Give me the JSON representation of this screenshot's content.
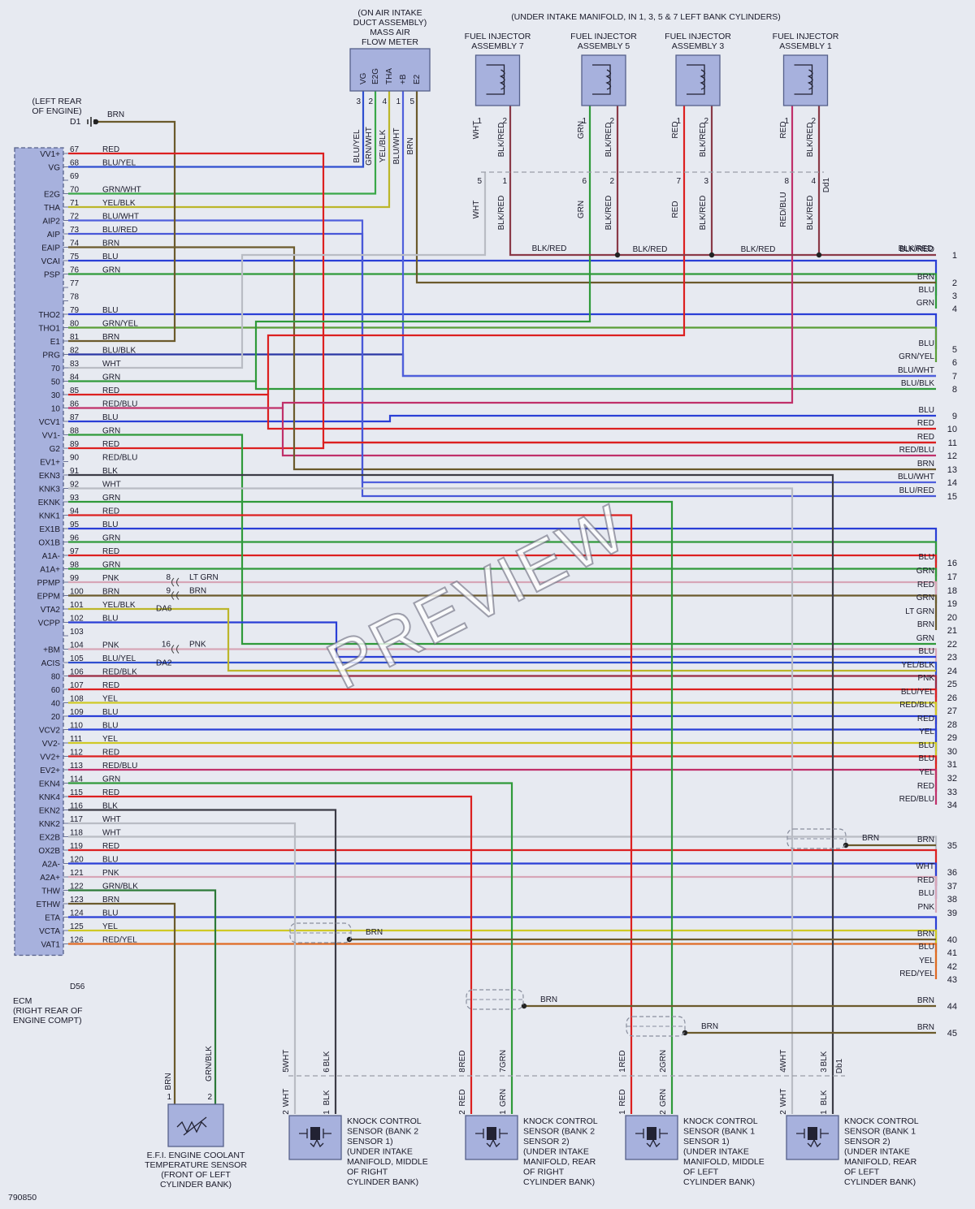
{
  "colors": {
    "RED": "#dc2020",
    "BLU": "#2a3fd6",
    "GRN": "#2f9a3a",
    "BRN": "#6b5a2c",
    "WHT": "#b9bcc4",
    "BLK": "#3c3c46",
    "YEL": "#cfc926",
    "PNK": "#d7a6b7",
    "LT GRN": "#56d650",
    "BLU/YEL": "#2f4fd0",
    "GRN/WHT": "#3aa848",
    "YEL/BLK": "#bcb62a",
    "BLU/WHT": "#4f5fdc",
    "BLU/RED": "#4857d8",
    "GRN/YEL": "#5a9d36",
    "BLU/BLK": "#2a36a4",
    "RED/BLU": "#c0306a",
    "RED/BLK": "#9a2a42",
    "GRN/BLK": "#2c7a38",
    "RED/YEL": "#e06a24",
    "BLK/RED": "#8a3a48",
    "YEL/BLK2": "#bcb62a"
  },
  "labels": {
    "maf": [
      "(ON AIR INTAKE",
      "DUCT ASSEMBLY)",
      "MASS AIR",
      "FLOW METER"
    ],
    "maf_pins": [
      "VG",
      "E2G",
      "THA",
      "+B",
      "E2"
    ],
    "maf_pin_nums": [
      "3",
      "2",
      "4",
      "1",
      "5"
    ],
    "maf_wires": [
      "BLU/YEL",
      "GRN/WHT",
      "YEL/BLK",
      "BLU/WHT",
      "BRN"
    ],
    "intake": "(UNDER INTAKE MANIFOLD, IN 1, 3, 5 & 7 LEFT BANK CYLINDERS)",
    "inj": [
      {
        "t1": "FUEL INJECTOR",
        "t2": "ASSEMBLY 7",
        "a": "WHT",
        "an": "1",
        "b": "BLK/RED",
        "bn": "2",
        "ca": "WHT",
        "can": "5",
        "cb": "BLK/RED",
        "cbn": "1"
      },
      {
        "t1": "FUEL INJECTOR",
        "t2": "ASSEMBLY 5",
        "a": "GRN",
        "an": "1",
        "b": "BLK/RED",
        "bn": "2",
        "ca": "GRN",
        "can": "6",
        "cb": "BLK/RED",
        "cbn": "2"
      },
      {
        "t1": "FUEL INJECTOR",
        "t2": "ASSEMBLY 3",
        "a": "RED",
        "an": "1",
        "b": "BLK/RED",
        "bn": "2",
        "ca": "RED",
        "can": "7",
        "cb": "BLK/RED",
        "cbn": "3"
      },
      {
        "t1": "FUEL INJECTOR",
        "t2": "ASSEMBLY 1",
        "a": "RED",
        "an": "1",
        "b": "BLK/RED",
        "bn": "2",
        "ca": "RED/BLU",
        "can": "8",
        "cb": "BLK/RED",
        "cbn": "4"
      }
    ],
    "dd1": "Dd1",
    "blkred": "BLK/RED",
    "ground": [
      "(LEFT REAR",
      "OF ENGINE)"
    ],
    "ground_pin": "D1",
    "ground_wire": "BRN",
    "ecm": [
      "ECM",
      "(RIGHT REAR OF",
      "ENGINE COMPT)"
    ],
    "d56": "D56",
    "da6": "DA6",
    "da2": "DA2",
    "splice": [
      "8",
      "LT GRN",
      "9",
      "BRN",
      "16",
      "PNK"
    ],
    "ect": [
      "E.F.I. ENGINE COOLANT",
      "TEMPERATURE SENSOR",
      "(FRONT OF LEFT",
      "CYLINDER BANK)"
    ],
    "ect_wires": [
      "BRN",
      "GRN/BLK"
    ],
    "ect_pins": [
      "1",
      "2"
    ],
    "knock": [
      {
        "lines": [
          "KNOCK CONTROL",
          "SENSOR (BANK 2",
          "SENSOR 1)",
          "(UNDER INTAKE",
          "MANIFOLD, MIDDLE",
          "OF RIGHT",
          "CYLINDER BANK)"
        ],
        "w1": "WHT",
        "w2": "BLK",
        "c1": "5",
        "c2": "6",
        "p1": "2",
        "p2": "1"
      },
      {
        "lines": [
          "KNOCK CONTROL",
          "SENSOR (BANK 2",
          "SENSOR 2)",
          "(UNDER INTAKE",
          "MANIFOLD, REAR",
          "OF RIGHT",
          "CYLINDER BANK)"
        ],
        "w1": "RED",
        "w2": "GRN",
        "c1": "8",
        "c2": "7",
        "p1": "2",
        "p2": "1"
      },
      {
        "lines": [
          "KNOCK CONTROL",
          "SENSOR (BANK 1",
          "SENSOR 1)",
          "(UNDER INTAKE",
          "MANIFOLD, MIDDLE",
          "OF LEFT",
          "CYLINDER BANK)"
        ],
        "w1": "RED",
        "w2": "GRN",
        "c1": "1",
        "c2": "2",
        "p1": "1",
        "p2": "2"
      },
      {
        "lines": [
          "KNOCK CONTROL",
          "SENSOR (BANK 1",
          "SENSOR 2)",
          "(UNDER INTAKE",
          "MANIFOLD, REAR",
          "OF LEFT",
          "CYLINDER BANK)"
        ],
        "w1": "WHT",
        "w2": "BLK",
        "c1": "4",
        "c2": "3",
        "p1": "2",
        "p2": "1"
      }
    ],
    "knock_bottom_wires": [
      "WHT",
      "BLK",
      "WHT",
      "BLK",
      "RED",
      "GRN",
      "WHT",
      "BLK",
      "RED",
      "GRN",
      "RED",
      "GRN",
      "WHT",
      "BLK",
      "RED",
      "GRN"
    ],
    "db1": "Db1",
    "shield_brn": "BRN",
    "doc_id": "790850",
    "watermark": "PREVIEW"
  },
  "ecm_pins": [
    {
      "n": "67",
      "name": "VV1+",
      "w": "RED"
    },
    {
      "n": "68",
      "name": "VG",
      "w": "BLU/YEL"
    },
    {
      "n": "69",
      "name": "",
      "w": ""
    },
    {
      "n": "70",
      "name": "E2G",
      "w": "GRN/WHT"
    },
    {
      "n": "71",
      "name": "THA",
      "w": "YEL/BLK"
    },
    {
      "n": "72",
      "name": "AIP2",
      "w": "BLU/WHT"
    },
    {
      "n": "73",
      "name": "AIP",
      "w": "BLU/RED"
    },
    {
      "n": "74",
      "name": "EAIP",
      "w": "BRN"
    },
    {
      "n": "75",
      "name": "VCAI",
      "w": "BLU"
    },
    {
      "n": "76",
      "name": "PSP",
      "w": "GRN"
    },
    {
      "n": "77",
      "name": "",
      "w": ""
    },
    {
      "n": "78",
      "name": "",
      "w": ""
    },
    {
      "n": "79",
      "name": "THO2",
      "w": "BLU"
    },
    {
      "n": "80",
      "name": "THO1",
      "w": "GRN/YEL"
    },
    {
      "n": "81",
      "name": "E1",
      "w": "BRN"
    },
    {
      "n": "82",
      "name": "PRG",
      "w": "BLU/BLK"
    },
    {
      "n": "83",
      "name": "70",
      "w": "WHT"
    },
    {
      "n": "84",
      "name": "50",
      "w": "GRN"
    },
    {
      "n": "85",
      "name": "30",
      "w": "RED"
    },
    {
      "n": "86",
      "name": "10",
      "w": "RED/BLU"
    },
    {
      "n": "87",
      "name": "VCV1",
      "w": "BLU"
    },
    {
      "n": "88",
      "name": "VV1-",
      "w": "GRN"
    },
    {
      "n": "89",
      "name": "G2",
      "w": "RED"
    },
    {
      "n": "90",
      "name": "EV1+",
      "w": "RED/BLU"
    },
    {
      "n": "91",
      "name": "EKN3",
      "w": "BLK"
    },
    {
      "n": "92",
      "name": "KNK3",
      "w": "WHT"
    },
    {
      "n": "93",
      "name": "EKNK",
      "w": "GRN"
    },
    {
      "n": "94",
      "name": "KNK1",
      "w": "RED"
    },
    {
      "n": "95",
      "name": "EX1B",
      "w": "BLU"
    },
    {
      "n": "96",
      "name": "OX1B",
      "w": "GRN"
    },
    {
      "n": "97",
      "name": "A1A-",
      "w": "RED"
    },
    {
      "n": "98",
      "name": "A1A+",
      "w": "GRN"
    },
    {
      "n": "99",
      "name": "PPMP",
      "w": "PNK"
    },
    {
      "n": "100",
      "name": "EPPM",
      "w": "BRN"
    },
    {
      "n": "101",
      "name": "VTA2",
      "w": "YEL/BLK"
    },
    {
      "n": "102",
      "name": "VCPP",
      "w": "BLU"
    },
    {
      "n": "103",
      "name": "",
      "w": ""
    },
    {
      "n": "104",
      "name": "+BM",
      "w": "PNK"
    },
    {
      "n": "105",
      "name": "ACIS",
      "w": "BLU/YEL"
    },
    {
      "n": "106",
      "name": "80",
      "w": "RED/BLK"
    },
    {
      "n": "107",
      "name": "60",
      "w": "RED"
    },
    {
      "n": "108",
      "name": "40",
      "w": "YEL"
    },
    {
      "n": "109",
      "name": "20",
      "w": "BLU"
    },
    {
      "n": "110",
      "name": "VCV2",
      "w": "BLU"
    },
    {
      "n": "111",
      "name": "VV2-",
      "w": "YEL"
    },
    {
      "n": "112",
      "name": "VV2+",
      "w": "RED"
    },
    {
      "n": "113",
      "name": "EV2+",
      "w": "RED/BLU"
    },
    {
      "n": "114",
      "name": "EKN4",
      "w": "GRN"
    },
    {
      "n": "115",
      "name": "KNK4",
      "w": "RED"
    },
    {
      "n": "116",
      "name": "EKN2",
      "w": "BLK"
    },
    {
      "n": "117",
      "name": "KNK2",
      "w": "WHT"
    },
    {
      "n": "118",
      "name": "EX2B",
      "w": "WHT"
    },
    {
      "n": "119",
      "name": "OX2B",
      "w": "RED"
    },
    {
      "n": "120",
      "name": "A2A-",
      "w": "BLU"
    },
    {
      "n": "121",
      "name": "A2A+",
      "w": "PNK"
    },
    {
      "n": "122",
      "name": "THW",
      "w": "GRN/BLK"
    },
    {
      "n": "123",
      "name": "ETHW",
      "w": "BRN"
    },
    {
      "n": "124",
      "name": "ETA",
      "w": "BLU"
    },
    {
      "n": "125",
      "name": "VCTA",
      "w": "YEL"
    },
    {
      "n": "126",
      "name": "VAT1",
      "w": "RED/YEL"
    }
  ],
  "right_conn": [
    {
      "n": "1",
      "w": "BLK/RED"
    },
    {
      "n": "2",
      "w": "BRN"
    },
    {
      "n": "3",
      "w": "BLU"
    },
    {
      "n": "4",
      "w": "GRN"
    },
    {
      "n": "5",
      "w": "BLU"
    },
    {
      "n": "6",
      "w": "GRN/YEL"
    },
    {
      "n": "7",
      "w": "BLU/WHT"
    },
    {
      "n": "8",
      "w": "BLU/BLK"
    },
    {
      "n": "9",
      "w": "BLU"
    },
    {
      "n": "10",
      "w": "RED"
    },
    {
      "n": "11",
      "w": "RED"
    },
    {
      "n": "12",
      "w": "RED/BLU"
    },
    {
      "n": "13",
      "w": "BRN"
    },
    {
      "n": "14",
      "w": "BLU/WHT"
    },
    {
      "n": "15",
      "w": "BLU/RED"
    },
    {
      "n": "16",
      "w": "BLU"
    },
    {
      "n": "17",
      "w": "GRN"
    },
    {
      "n": "18",
      "w": "RED"
    },
    {
      "n": "19",
      "w": "GRN"
    },
    {
      "n": "20",
      "w": "LT GRN"
    },
    {
      "n": "21",
      "w": "BRN"
    },
    {
      "n": "22",
      "w": "GRN"
    },
    {
      "n": "23",
      "w": "BLU"
    },
    {
      "n": "24",
      "w": "YEL/BLK"
    },
    {
      "n": "25",
      "w": "PNK"
    },
    {
      "n": "26",
      "w": "BLU/YEL"
    },
    {
      "n": "27",
      "w": "RED/BLK"
    },
    {
      "n": "28",
      "w": "RED"
    },
    {
      "n": "29",
      "w": "YEL"
    },
    {
      "n": "30",
      "w": "BLU"
    },
    {
      "n": "31",
      "w": "BLU"
    },
    {
      "n": "32",
      "w": "YEL"
    },
    {
      "n": "33",
      "w": "RED"
    },
    {
      "n": "34",
      "w": "RED/BLU"
    },
    {
      "n": "35",
      "w": "BRN"
    },
    {
      "n": "36",
      "w": "WHT"
    },
    {
      "n": "37",
      "w": "RED"
    },
    {
      "n": "38",
      "w": "BLU"
    },
    {
      "n": "39",
      "w": "PNK"
    },
    {
      "n": "40",
      "w": "BRN"
    },
    {
      "n": "41",
      "w": "BLU"
    },
    {
      "n": "42",
      "w": "YEL"
    },
    {
      "n": "43",
      "w": "RED/YEL"
    },
    {
      "n": "44",
      "w": "BRN"
    },
    {
      "n": "45",
      "w": "BRN"
    }
  ]
}
